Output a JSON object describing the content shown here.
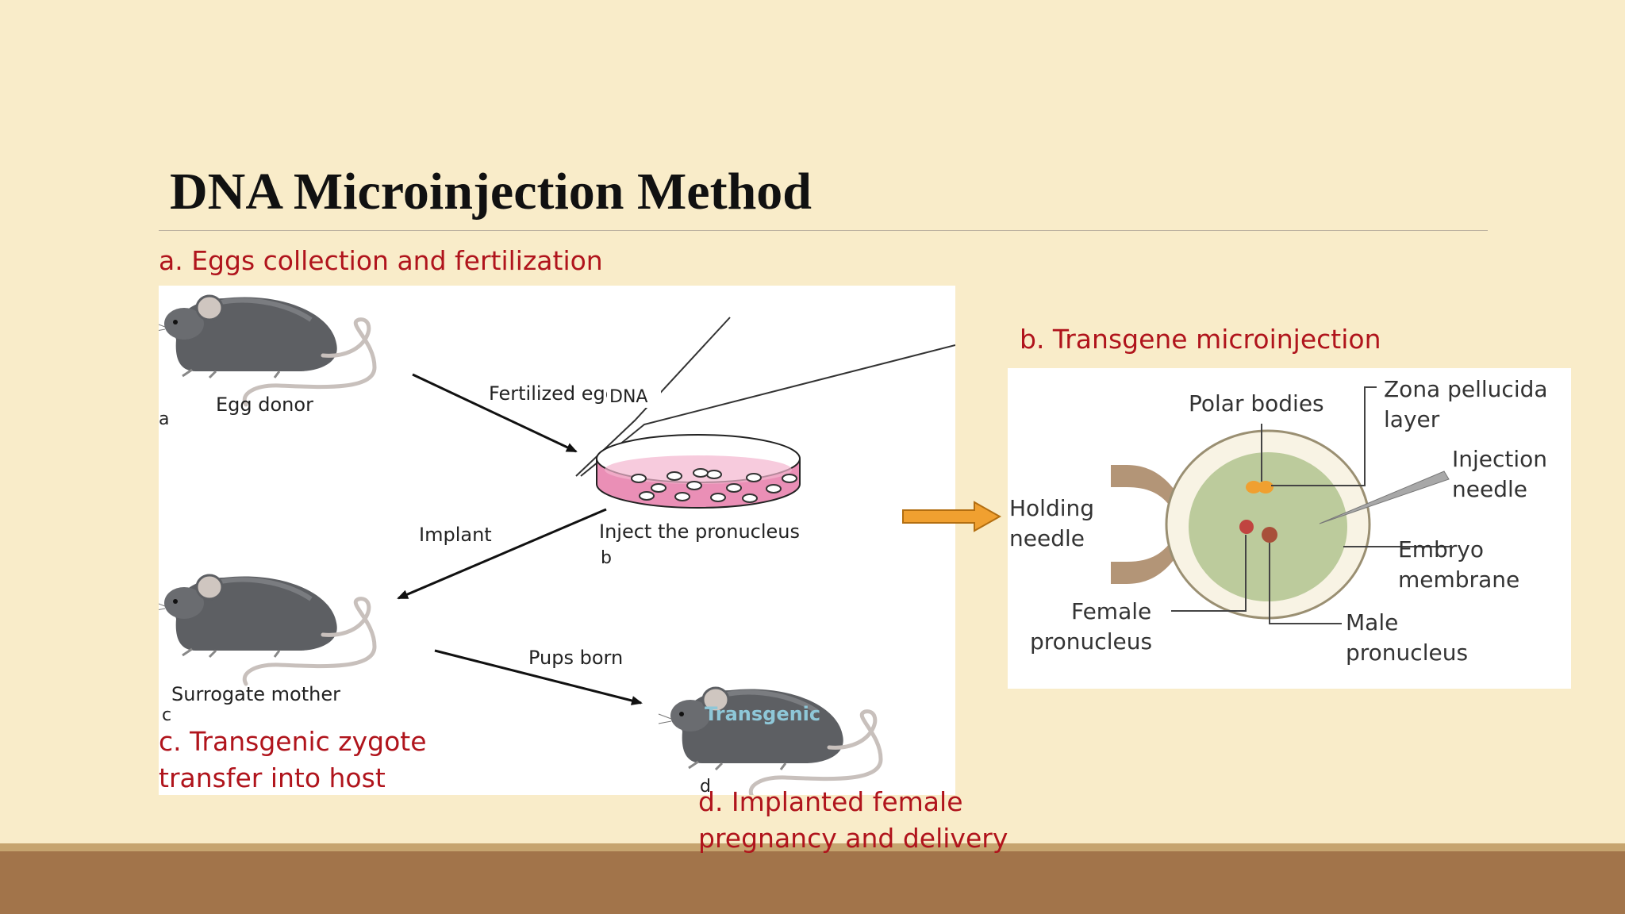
{
  "slide": {
    "title": "DNA Microinjection Method",
    "captions": {
      "a": "a. Eggs collection and fertilization",
      "b": "b. Transgene microinjection",
      "c_line1": "c. Transgenic zygote",
      "c_line2": "transfer into host",
      "d_line1": "d. Implanted female",
      "d_line2": "pregnancy and delivery"
    }
  },
  "left_diagram": {
    "egg_donor": "Egg donor",
    "step_a": "a",
    "fertilized_eggs": "Fertilized eggs",
    "dna": "DNA",
    "inject": "Inject the pronucleus",
    "step_b": "b",
    "implant": "Implant",
    "surrogate": "Surrogate mother",
    "step_c": "c",
    "pups_born": "Pups born",
    "transgenic": "Transgenic",
    "step_d": "d"
  },
  "right_diagram": {
    "polar_bodies": "Polar bodies",
    "zona_line1": "Zona pellucida",
    "zona_line2": "layer",
    "injection_line1": "Injection",
    "injection_line2": "needle",
    "holding_line1": "Holding",
    "holding_line2": "needle",
    "embryo_line1": "Embryo",
    "embryo_line2": "membrane",
    "female_line1": "Female",
    "female_line2": "pronucleus",
    "male_line1": "Male",
    "male_line2": "pronucleus"
  },
  "colors": {
    "background": "#f9ecc9",
    "caption": "#b0141c",
    "arrow": "#f0a030",
    "mouse_body": "#5d5f63",
    "dish_medium": "#e98ab2",
    "footer": "#a2744a"
  }
}
